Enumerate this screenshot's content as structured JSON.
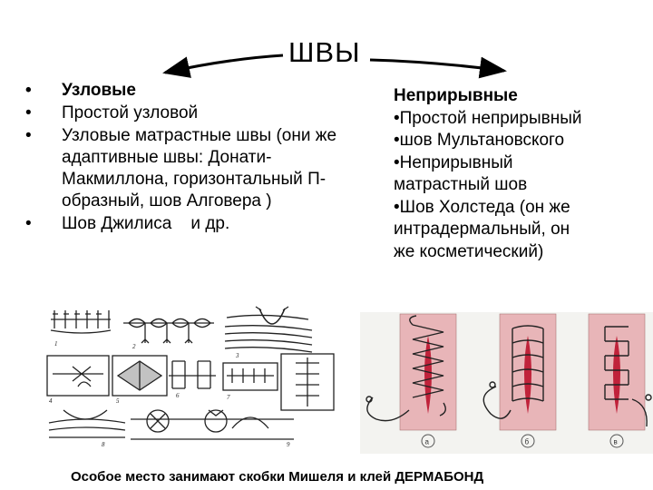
{
  "title": "ШВЫ",
  "left_list": [
    {
      "bullet": "•",
      "text": "Узловые",
      "bold": true
    },
    {
      "bullet": "•",
      "text": "Простой узловой"
    },
    {
      "bullet": "•",
      "text": "Узловые матрастные швы (они же адаптивные швы: Донати-Макмиллона, горизонтальный П-образный, шов Алговера )"
    },
    {
      "bullet": "•",
      "text": "Шов Джилиса    и др."
    }
  ],
  "right_block": {
    "heading": "Неприрывные",
    "lines": [
      "•Простой неприрывный",
      "•шов Мультановского",
      "•Неприрывный",
      "матрастный шов",
      "•Шов Холстеда (он же",
      "интрадермальный, он",
      "же косметический)"
    ]
  },
  "left_figure_labels": [
    "1",
    "2",
    "3",
    "4",
    "5",
    "6",
    "7",
    "8",
    "9"
  ],
  "right_figure_labels": [
    "а",
    "б",
    "в"
  ],
  "footer": "Особое место занимают скобки Мишеля и клей ДЕРМАБОНД",
  "colors": {
    "background": "#ffffff",
    "text": "#000000",
    "skin": "#e8b5b8",
    "wound": "#c0223a"
  }
}
